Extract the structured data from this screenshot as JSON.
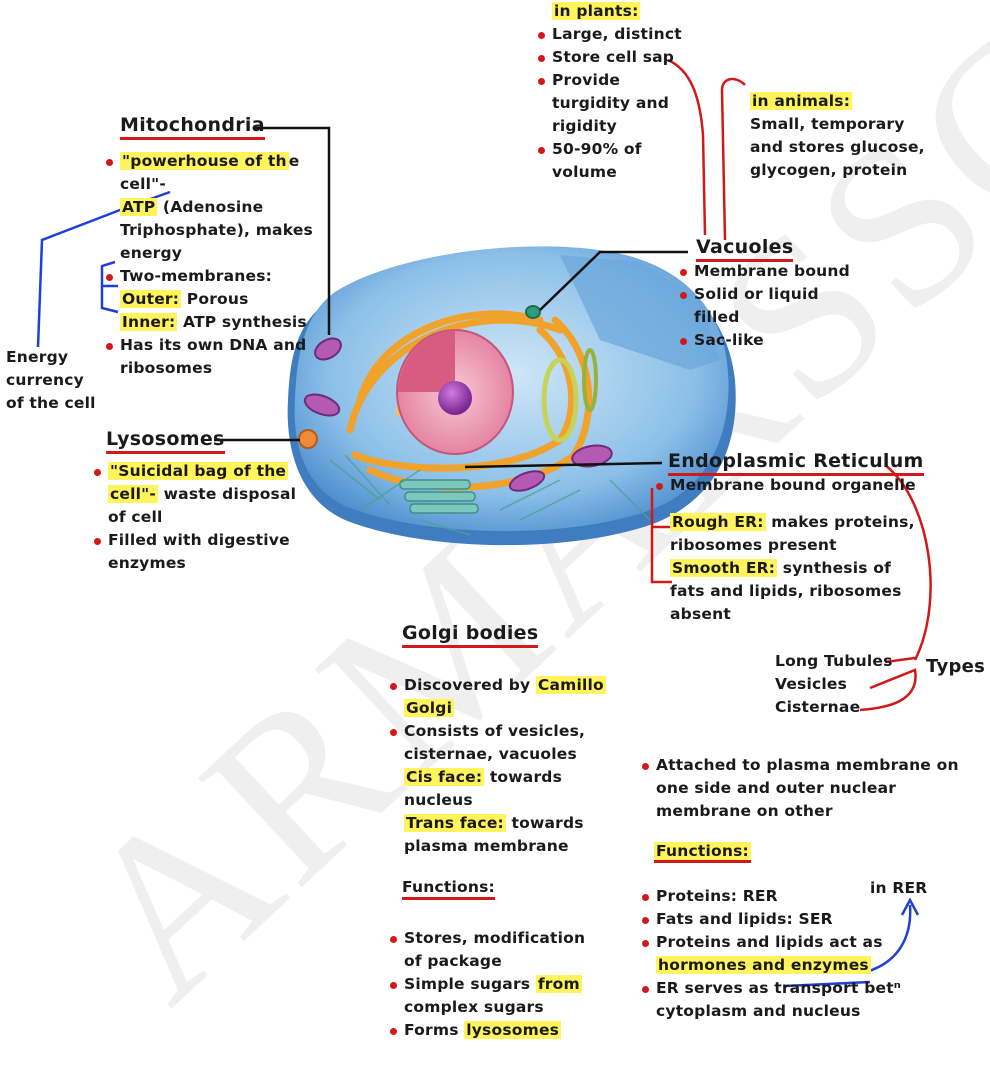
{
  "watermark": "ARMARSSC",
  "vacuoles": {
    "title": "Vacuoles",
    "points": [
      "Membrane bound",
      "Solid or liquid",
      "filled",
      "Sac-like"
    ],
    "plants_head": "in plants:",
    "plants": [
      "Large, distinct",
      "Store cell sap",
      "Provide",
      "turgidity and",
      "rigidity",
      "50-90% of",
      "volume"
    ],
    "animals_head": "in animals:",
    "animals": [
      "Small, temporary",
      "and stores glucose,",
      "glycogen, protein"
    ]
  },
  "mitochondria": {
    "title": "Mitochondria",
    "l1a": "\"powerhouse of th",
    "l1b": "e cell\"-",
    "l2a": "ATP",
    "l2b": " (Adenosine",
    "l3": "Triphosphate), makes",
    "l4": "energy",
    "l5": "Two-membranes:",
    "outer_k": "Outer:",
    "outer_v": " Porous",
    "inner_k": "Inner:",
    "inner_v": " ATP synthesis",
    "l8": "Has its own DNA and",
    "l9": "ribosomes",
    "energy_note": [
      "Energy",
      "currency",
      "of the cell"
    ]
  },
  "lysosomes": {
    "title": "Lysosomes",
    "l1": "\"Suicidal bag of the",
    "l2a": "cell\"-",
    "l2b": " waste disposal",
    "l3": "of cell",
    "l4": "Filled with digestive",
    "l5": "enzymes"
  },
  "er": {
    "title": "Endoplasmic Reticulum",
    "l1": "Membrane bound organelle",
    "rough_k": "Rough ER:",
    "rough_v": " makes proteins,",
    "rough_v2": "ribosomes present",
    "smooth_k": "Smooth ER:",
    "smooth_v": " synthesis of",
    "smooth_v2": "fats and lipids, ribosomes",
    "smooth_v3": "absent",
    "types_label": "Types",
    "types": [
      "Long Tubules",
      "Vesicles",
      "Cisternae"
    ],
    "attached": [
      "Attached to plasma membrane on",
      "one side and outer nuclear",
      "membrane on other"
    ],
    "functions_title": "Functions:",
    "in_rer": "in RER",
    "f1": "Proteins: RER",
    "f2": "Fats and lipids: SER",
    "f3": "Proteins and lipids act as",
    "f3b": "hormones and enzymes",
    "f4": "ER serves as transport betⁿ",
    "f4b": "cytoplasm and nucleus"
  },
  "golgi": {
    "title": "Golgi bodies",
    "l1a": "Discovered by ",
    "l1b": "Camillo",
    "l2": "Golgi",
    "l3": "Consists of vesicles,",
    "l4": "cisternae, vacuoles",
    "cis_k": "Cis face:",
    "cis_v": " towards",
    "cis_v2": "nucleus",
    "trans_k": "Trans face:",
    "trans_v": " towards",
    "trans_v2": "plasma membrane",
    "functions_title": "Functions:",
    "f1": "Stores, modification",
    "f1b": "of package",
    "f2a": "Simple sugars ",
    "f2b": "from",
    "f2c": "complex sugars",
    "f3a": "Forms ",
    "f3b": "lysosomes"
  },
  "colors": {
    "red": "#d11919",
    "blue": "#1f3fd6",
    "highlight": "#fff45c",
    "cell_blue": "#5f9bd4"
  }
}
